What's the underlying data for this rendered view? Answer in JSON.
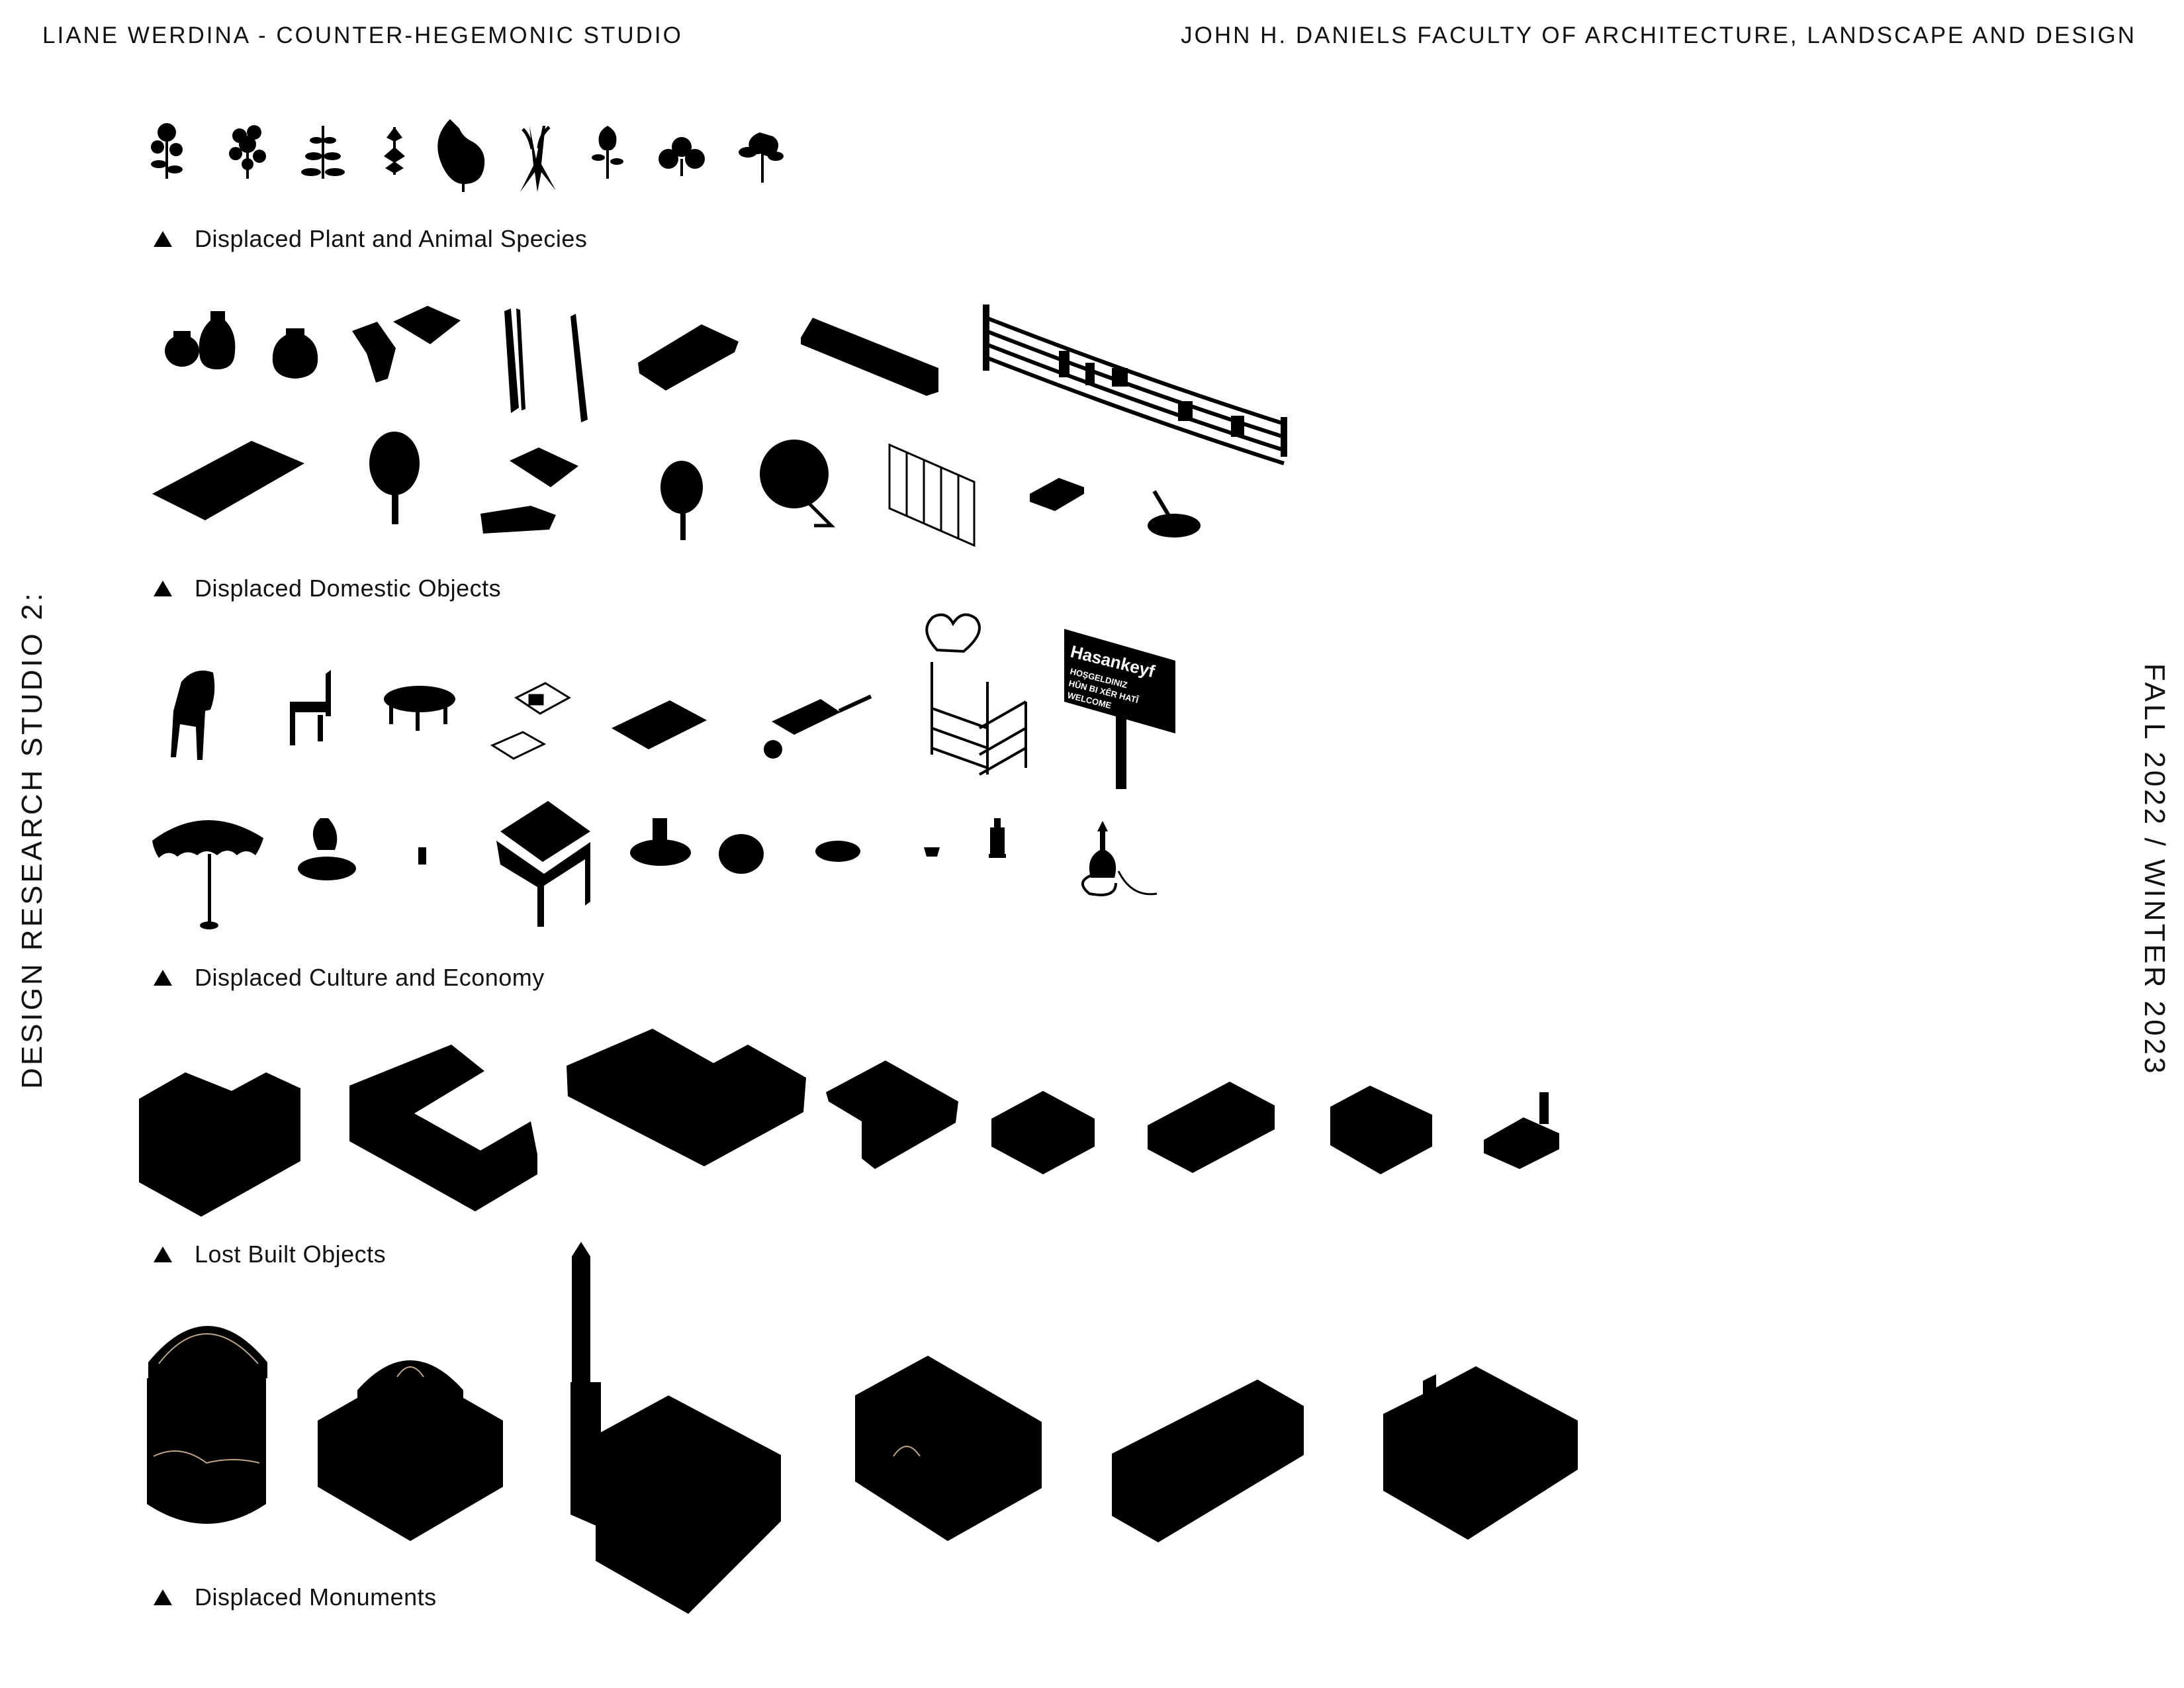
{
  "header": {
    "left": "LIANE WERDINA - COUNTER-HEGEMONIC STUDIO",
    "right": "JOHN H. DANIELS FACULTY OF ARCHITECTURE, LANDSCAPE AND DESIGN"
  },
  "side": {
    "left": "DESIGN RESEARCH STUDIO 2:",
    "right": "FALL 2022 / WINTER 2023"
  },
  "sections": [
    {
      "label": "Displaced Plant and Animal Species"
    },
    {
      "label": "Displaced Domestic Objects"
    },
    {
      "label": "Displaced Culture and Economy"
    },
    {
      "label": "Lost Built Objects"
    },
    {
      "label": "Displaced Monuments"
    }
  ],
  "billboard": {
    "title": "Hasankeyf",
    "line1": "HOŞGELDINIZ",
    "line2": "HÛN BI XÊR HATÎ",
    "line3": "WELCOME"
  },
  "colors": {
    "ink": "#000000",
    "paper": "#ffffff",
    "hairline": "#bfa58a"
  }
}
